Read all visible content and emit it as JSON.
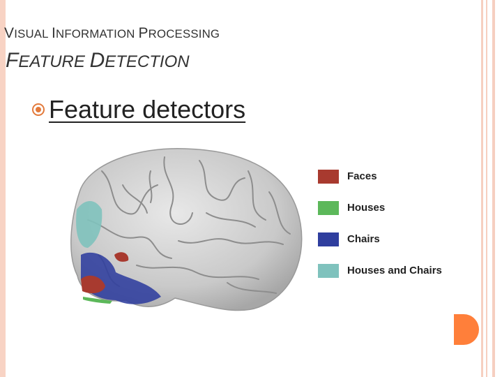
{
  "slide": {
    "title_line1_parts": [
      "V",
      "ISUAL ",
      "I",
      "NFORMATION ",
      "P",
      "ROCESSING"
    ],
    "title_line2_parts": [
      "F",
      "EATURE ",
      "D",
      "ETECTION"
    ],
    "bullet": "Feature detectors"
  },
  "legend": {
    "items": [
      {
        "label": "Faces",
        "color": "#a83a2f"
      },
      {
        "label": "Houses",
        "color": "#5cb85a"
      },
      {
        "label": "Chairs",
        "color": "#2f3e9e"
      },
      {
        "label": "Houses and Chairs",
        "color": "#7fc2bd"
      }
    ]
  },
  "theme": {
    "accent": "#e37a3b",
    "stripe": "#f6cfc0"
  }
}
